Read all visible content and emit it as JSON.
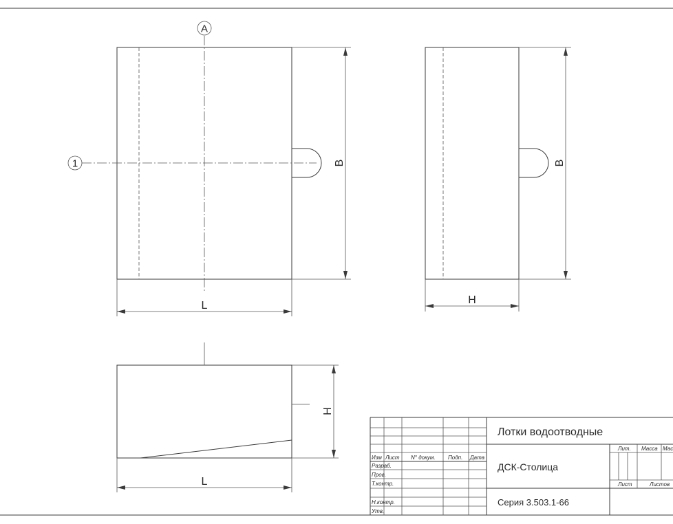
{
  "drawing": {
    "axis_labels": {
      "vertical_axis": "A",
      "horizontal_axis": "1"
    },
    "dimensions": {
      "front_width": "L",
      "front_height": "B",
      "side_width": "H",
      "side_height": "B",
      "bottom_height": "H",
      "bottom_width": "L"
    }
  },
  "title_block": {
    "title": "Лотки водоотводные",
    "organization": "ДСК-Столица",
    "series": "Серия 3.503.1-66",
    "header_cols": [
      "Изм",
      "Лист",
      "N° докум.",
      "Подп.",
      "Дата"
    ],
    "row_labels": [
      "Разраб.",
      "Пров.",
      "Т.контр.",
      "",
      "Н.контр.",
      "Утв."
    ],
    "stage_labels": [
      "Лит.",
      "Масса",
      "Мас"
    ],
    "sheet_labels": [
      "Лист",
      "Листов"
    ]
  }
}
